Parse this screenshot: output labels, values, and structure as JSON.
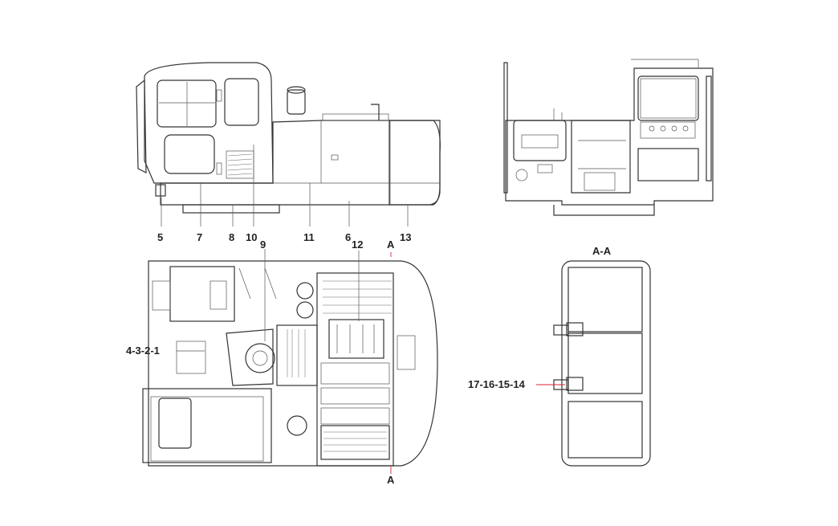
{
  "callouts": {
    "c5": "5",
    "c7": "7",
    "c8": "8",
    "c10": "10",
    "c11": "11",
    "c6": "6",
    "c13": "13",
    "c9": "9",
    "c12": "12",
    "c4321": "4-3-2-1",
    "c17": "17-16-15-14"
  },
  "section": {
    "marker_top": "A",
    "marker_bottom": "A",
    "title": "A-A"
  }
}
